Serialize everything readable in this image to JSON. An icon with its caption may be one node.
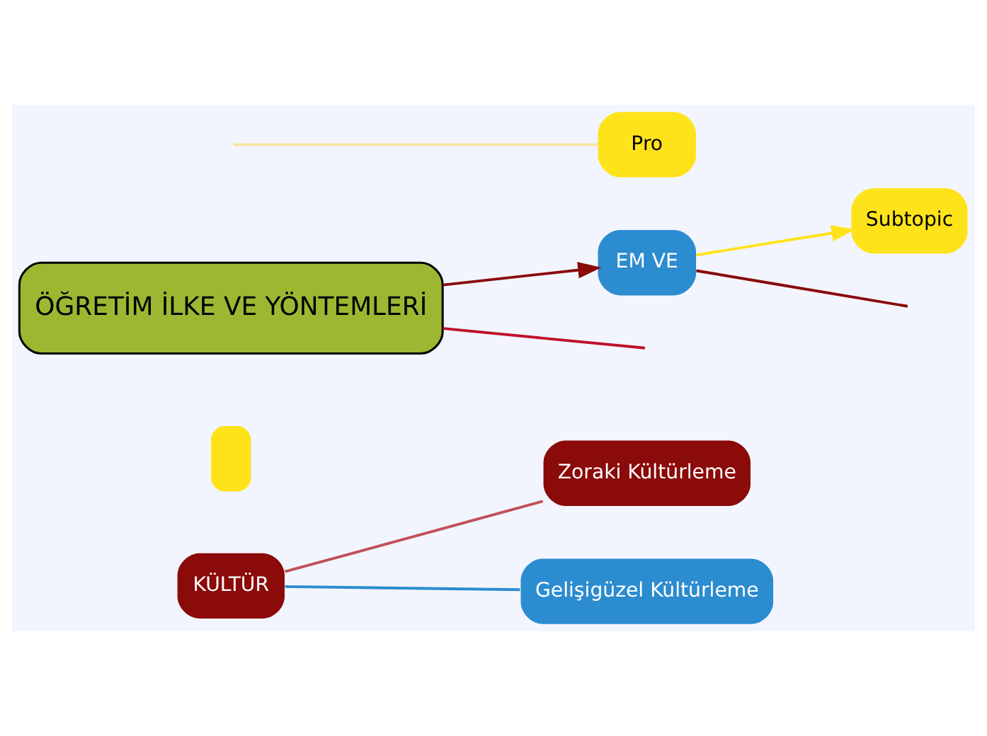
{
  "diagram": {
    "nodes": [
      {
        "text": [
          "KÜLTÜR"
        ]
      },
      {
        "text": [
          "Zoraki Kültürleme"
        ]
      },
      {
        "text": [
          "Gelişigüzel Kültürleme"
        ]
      },
      {
        "text": [],
        "shape": "box"
      },
      {
        "text": [
          "ÖĞRETİM İLKE VE YÖNTEMLERİ"
        ]
      },
      {
        "text": [
          "EM VE"
        ]
      },
      {
        "text": [
          "Subtopic"
        ]
      },
      {
        "text": [
          "Pro"
        ]
      }
    ],
    "edges": [
      {
        "from": 0,
        "to": 1,
        "arrow": "none",
        "color": "#c0505a"
      },
      {
        "from": 0,
        "to": 2,
        "arrow": "none",
        "color": "#2b8cd0"
      },
      {
        "from": 4,
        "to": null,
        "arrow": "none",
        "color": "#c0102a"
      },
      {
        "from": 4,
        "to": 5,
        "arrow": "to",
        "color": "#8b0a0a"
      },
      {
        "from": 5,
        "to": 6,
        "arrow": "to",
        "color": "#ffe31a"
      },
      {
        "from": 5,
        "to": null,
        "arrow": "none",
        "color": "#8b0a0a"
      },
      {
        "from": null,
        "to": 7,
        "arrow": "none",
        "color": "#f5e6a0"
      }
    ]
  }
}
